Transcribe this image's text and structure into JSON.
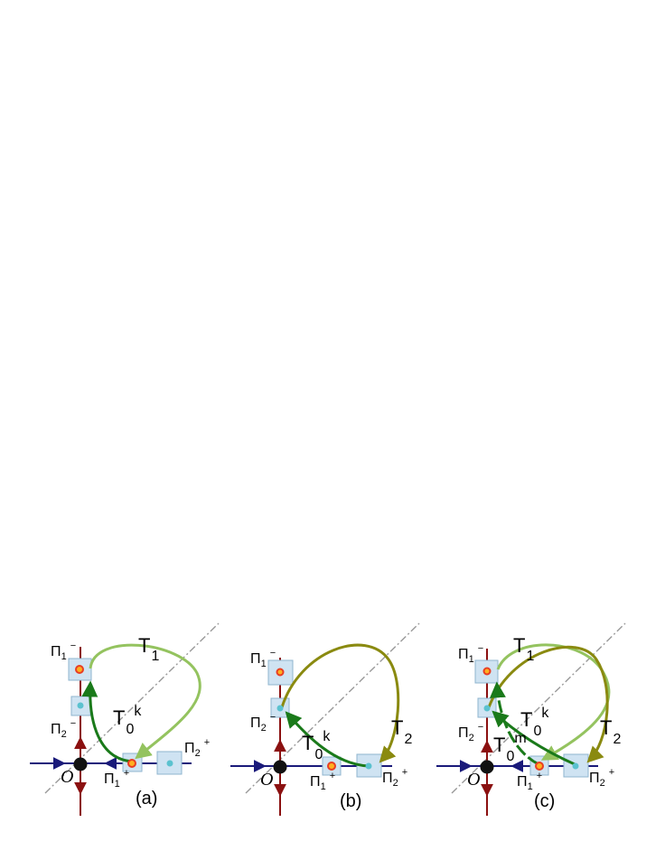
{
  "colors": {
    "stable_axis": "#1a1a7a",
    "unstable_axis": "#8b1010",
    "diagonal": "#999999",
    "orbit_light": "#94c35f",
    "orbit_olive": "#8a8a10",
    "orbit_green": "#1a7a1a",
    "box_fill": "#cfe3f2",
    "box_stroke": "#8fb4cf",
    "point_red": "#e83e24",
    "point_orange": "#ffb020",
    "point_cyan": "#5bc2cf",
    "origin": "#111111"
  },
  "panels": [
    {
      "caption": "(a)",
      "origin_label": "O",
      "labels": {
        "pi1_minus": {
          "base": "Π",
          "sub": "1",
          "sup": "−"
        },
        "pi2_minus": {
          "base": "Π",
          "sub": "2",
          "sup": "−"
        },
        "pi1_plus": {
          "base": "Π",
          "sub": "1",
          "sup": "+"
        },
        "pi2_plus": {
          "base": "Π",
          "sub": "2",
          "sup": "+"
        },
        "t1": {
          "base": "T",
          "sub": "1"
        },
        "t0k": {
          "base": "T",
          "sub": "0",
          "sup": "k"
        }
      }
    },
    {
      "caption": "(b)",
      "origin_label": "O",
      "labels": {
        "pi1_minus": {
          "base": "Π",
          "sub": "1",
          "sup": "−"
        },
        "pi2_minus": {
          "base": "Π",
          "sub": "2",
          "sup": "−"
        },
        "pi1_plus": {
          "base": "Π",
          "sub": "1",
          "sup": "+"
        },
        "pi2_plus": {
          "base": "Π",
          "sub": "2",
          "sup": "+"
        },
        "t2": {
          "base": "T",
          "sub": "2"
        },
        "t0k": {
          "base": "T",
          "sub": "0",
          "sup": "k"
        }
      }
    },
    {
      "caption": "(c)",
      "origin_label": "O",
      "labels": {
        "pi1_minus": {
          "base": "Π",
          "sub": "1",
          "sup": "−"
        },
        "pi2_minus": {
          "base": "Π",
          "sub": "2",
          "sup": "−"
        },
        "pi1_plus": {
          "base": "Π",
          "sub": "1",
          "sup": "+"
        },
        "pi2_plus": {
          "base": "Π",
          "sub": "2",
          "sup": "+"
        },
        "t1": {
          "base": "T",
          "sub": "1"
        },
        "t2": {
          "base": "T",
          "sub": "2"
        },
        "t0k": {
          "base": "T",
          "sub": "0",
          "sup": "k"
        },
        "t0m": {
          "base": "T",
          "sub": "0",
          "sup": "m"
        }
      }
    }
  ]
}
